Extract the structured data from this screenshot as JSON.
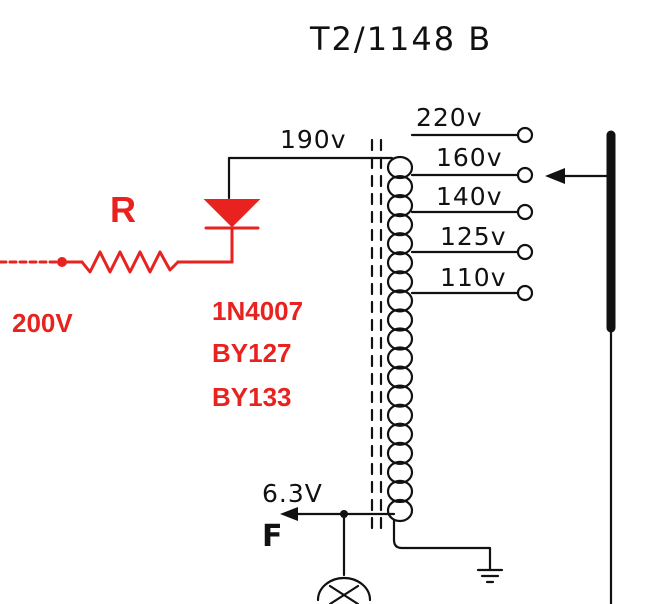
{
  "title": "T2/1148 B",
  "resistor_label": "R",
  "input_voltage": "200V",
  "diode_part_numbers": [
    "1N4007",
    "BY127",
    "BY133"
  ],
  "primary_tap": "190v",
  "output_taps": [
    "220v",
    "160v",
    "140v",
    "125v",
    "110v"
  ],
  "filament_voltage": "6.3V",
  "filament_label": "F",
  "colors": {
    "ink": "#111111",
    "highlight": "#e8231f"
  }
}
